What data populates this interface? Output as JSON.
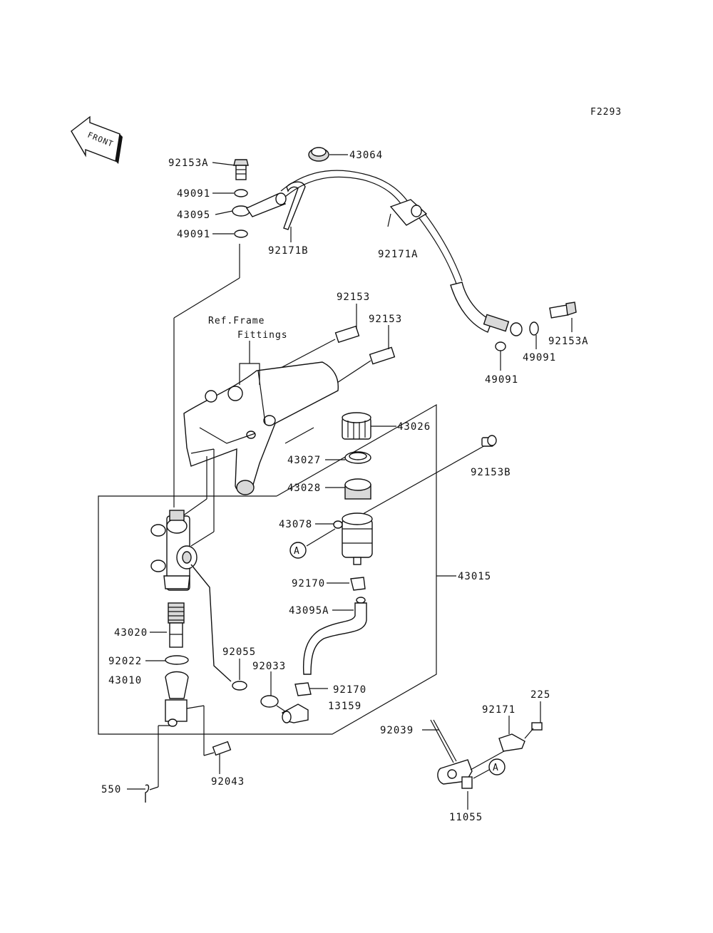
{
  "figure_code": "F2293",
  "front_arrow_text": "FRONT",
  "ref_note_line1": "Ref.Frame",
  "ref_note_line2": "Fittings",
  "callout_A": "A",
  "labels": {
    "p92153A_top": "92153A",
    "p49091_top1": "49091",
    "p43095": "43095",
    "p49091_top2": "49091",
    "p43064": "43064",
    "p92171B": "92171B",
    "p92171A": "92171A",
    "p92153_1": "92153",
    "p92153_2": "92153",
    "p92153A_right": "92153A",
    "p49091_right1": "49091",
    "p49091_right2": "49091",
    "p43026": "43026",
    "p43027": "43027",
    "p43028": "43028",
    "p92153B": "92153B",
    "p43078": "43078",
    "p43015": "43015",
    "p92170_1": "92170",
    "p43095A": "43095A",
    "p43020": "43020",
    "p92022": "92022",
    "p43010": "43010",
    "p92055": "92055",
    "p92033": "92033",
    "p92170_2": "92170",
    "p13159": "13159",
    "p225": "225",
    "p92171": "92171",
    "p92039": "92039",
    "p550": "550",
    "p92043": "92043",
    "p11055": "11055"
  }
}
